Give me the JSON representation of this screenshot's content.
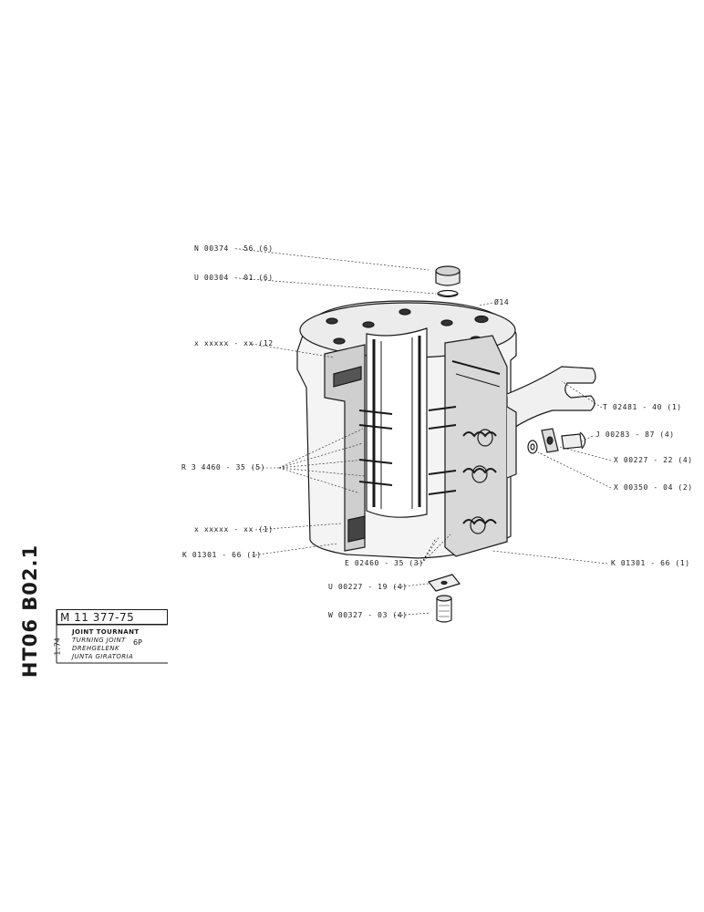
{
  "document": {
    "side_code": "HT06 B02.1",
    "part_number": "M 11 377-75",
    "scale": "1:74",
    "variant": "6P",
    "titles": [
      "JOINT TOURNANT",
      "TURNING JOINT",
      "DREHGELENK",
      "JUNTA GIRATORIA"
    ]
  },
  "callouts": [
    {
      "id": "n00374",
      "text": "N 00374 - 56 (6)"
    },
    {
      "id": "u00304",
      "text": "U 00304 - 01 (6)"
    },
    {
      "id": "dia14",
      "text": "Ø14"
    },
    {
      "id": "xxx12",
      "text": "x xxxxx - xx (12"
    },
    {
      "id": "t02481",
      "text": "T 02481 - 40 (1)"
    },
    {
      "id": "j00283",
      "text": "J 00283 - 87 (4)"
    },
    {
      "id": "x00227",
      "text": "X 00227 - 22 (4)"
    },
    {
      "id": "x00350",
      "text": "X 00350 - 04 (2)"
    },
    {
      "id": "r34460",
      "text": "R 3 4460 - 35 (5)"
    },
    {
      "id": "xxx1",
      "text": "x xxxxx - xx (1)"
    },
    {
      "id": "k01301a",
      "text": "K 01301 - 66 (1)"
    },
    {
      "id": "e02460",
      "text": "E 02460 - 35 (3)"
    },
    {
      "id": "k01301b",
      "text": "K 01301 - 66 (1)"
    },
    {
      "id": "u00227",
      "text": "U 00227 - 19 (4)"
    },
    {
      "id": "w00327",
      "text": "W 00327 - 03 (4)"
    }
  ]
}
